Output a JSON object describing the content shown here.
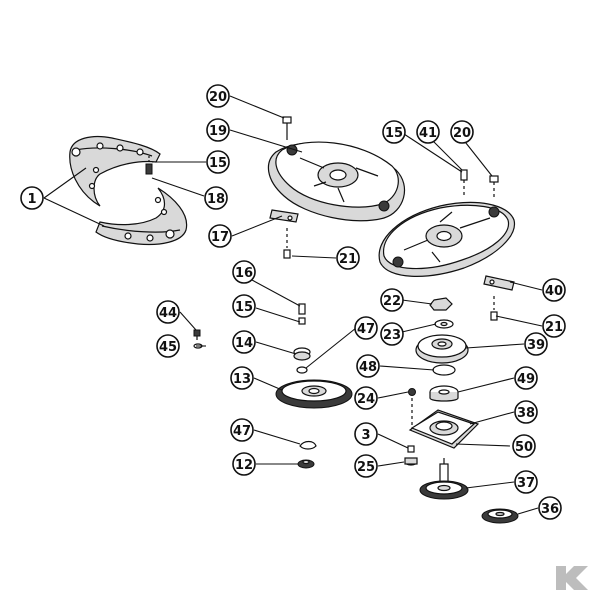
{
  "callouts": {
    "c1": "1",
    "c3": "3",
    "c12": "12",
    "c13": "13",
    "c14": "14",
    "c15a": "15",
    "c15b": "15",
    "c15c": "15",
    "c16": "16",
    "c17": "17",
    "c18": "18",
    "c19": "19",
    "c20a": "20",
    "c20b": "20",
    "c21a": "21",
    "c21b": "21",
    "c22": "22",
    "c23": "23",
    "c24": "24",
    "c25": "25",
    "c36": "36",
    "c37": "37",
    "c38": "38",
    "c39": "39",
    "c40": "40",
    "c41": "41",
    "c44": "44",
    "c45": "45",
    "c47a": "47",
    "c47b": "47",
    "c48": "48",
    "c49": "49",
    "c50": "50"
  },
  "colors": {
    "ink": "#111111",
    "paper": "#ffffff",
    "shade": "#d9d9d9",
    "logo": "#bdbdbd"
  },
  "logo": {
    "letter": "K"
  }
}
